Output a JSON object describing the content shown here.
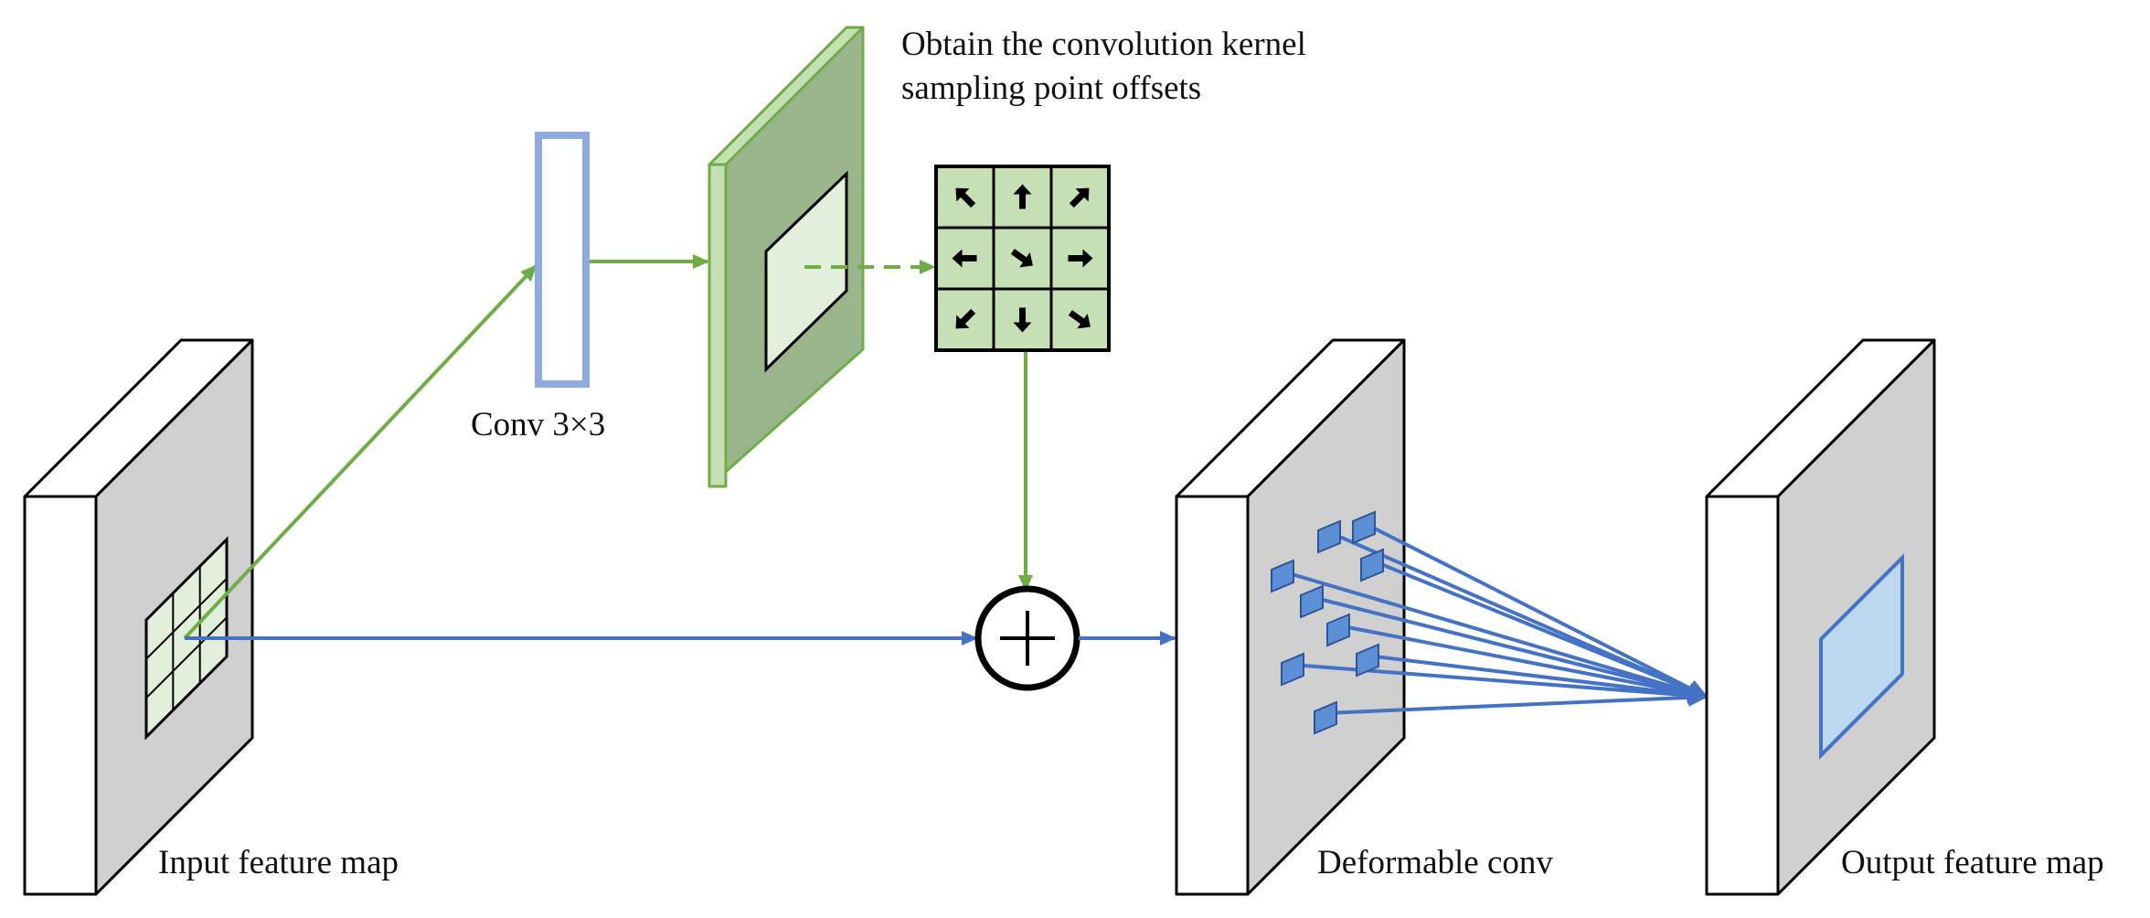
{
  "labels": {
    "offsets_line1": "Obtain the convolution kernel",
    "offsets_line2": "sampling point offsets",
    "conv": "Conv 3×3",
    "input": "Input feature map",
    "deformable": "Deformable conv",
    "output": "Output feature map"
  },
  "offset_grid": {
    "rows": 3,
    "cols": 3,
    "arrow_directions": [
      "up-left",
      "up",
      "up-right",
      "left",
      "down-right",
      "right",
      "down-left",
      "down",
      "down-right"
    ]
  },
  "operator_symbol": "plus",
  "colors": {
    "green": "#70ad47",
    "green_dark_fill": "#9ab58c",
    "green_light": "#e2efda",
    "green_cell": "#c5e0b4",
    "blue": "#4472c4",
    "blue_light": "#bdd7ee",
    "conv_outline": "#8faadc",
    "panel_gray": "#d0d0d0",
    "black": "#000000"
  }
}
